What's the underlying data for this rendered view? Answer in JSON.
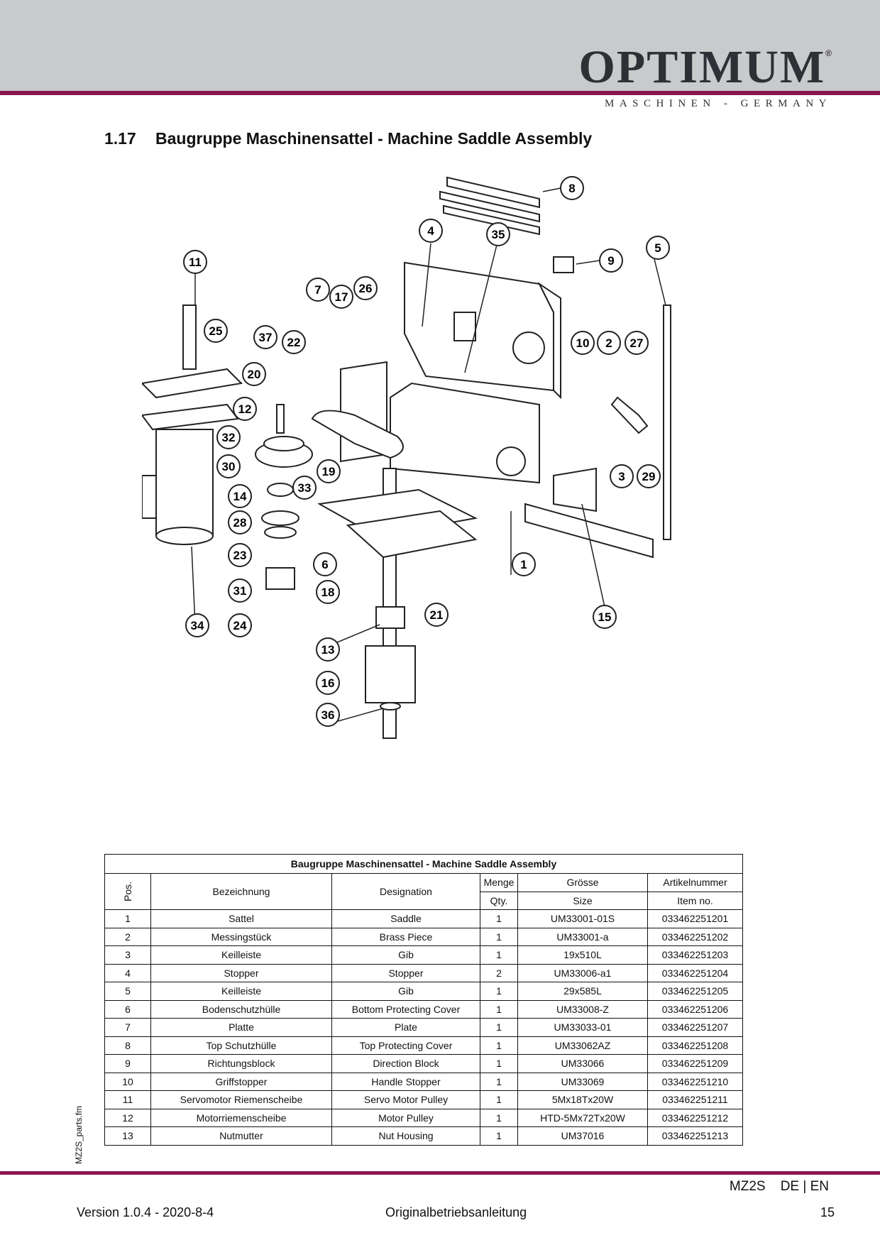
{
  "header": {
    "brand": "OPTIMUM",
    "brand_mark": "®",
    "brand_sub": "MASCHINEN - GERMANY"
  },
  "section": {
    "number": "1.17",
    "title": "Baugruppe Maschinensattel - Machine Saddle Assembly"
  },
  "diagram": {
    "callouts": [
      "1",
      "2",
      "3",
      "4",
      "5",
      "6",
      "7",
      "8",
      "9",
      "10",
      "11",
      "12",
      "13",
      "14",
      "15",
      "16",
      "17",
      "18",
      "19",
      "20",
      "21",
      "22",
      "23",
      "24",
      "25",
      "26",
      "27",
      "28",
      "29",
      "30",
      "31",
      "32",
      "33",
      "34",
      "35",
      "36",
      "37"
    ]
  },
  "side_note": "MZ2S_parts.fm",
  "table": {
    "caption": "Baugruppe Maschinensattel - Machine Saddle Assembly",
    "headers": {
      "pos": "Pos.",
      "bezeichnung": "Bezeichnung",
      "designation": "Designation",
      "menge": "Menge",
      "qty": "Qty.",
      "groesse": "Grösse",
      "size": "Size",
      "artikelnummer": "Artikelnummer",
      "item_no": "Item no."
    },
    "rows": [
      [
        "1",
        "Sattel",
        "Saddle",
        "1",
        "UM33001-01S",
        "033462251201"
      ],
      [
        "2",
        "Messingstück",
        "Brass Piece",
        "1",
        "UM33001-a",
        "033462251202"
      ],
      [
        "3",
        "Keilleiste",
        "Gib",
        "1",
        "19x510L",
        "033462251203"
      ],
      [
        "4",
        "Stopper",
        "Stopper",
        "2",
        "UM33006-a1",
        "033462251204"
      ],
      [
        "5",
        "Keilleiste",
        "Gib",
        "1",
        "29x585L",
        "033462251205"
      ],
      [
        "6",
        "Bodenschutzhülle",
        "Bottom Protecting Cover",
        "1",
        "UM33008-Z",
        "033462251206"
      ],
      [
        "7",
        "Platte",
        "Plate",
        "1",
        "UM33033-01",
        "033462251207"
      ],
      [
        "8",
        "Top Schutzhülle",
        "Top Protecting Cover",
        "1",
        "UM33062AZ",
        "033462251208"
      ],
      [
        "9",
        "Richtungsblock",
        "Direction Block",
        "1",
        "UM33066",
        "033462251209"
      ],
      [
        "10",
        "Griffstopper",
        "Handle Stopper",
        "1",
        "UM33069",
        "033462251210"
      ],
      [
        "11",
        "Servomotor Riemenscheibe",
        "Servo Motor Pulley",
        "1",
        "5Mx18Tx20W",
        "033462251211"
      ],
      [
        "12",
        "Motorriemenscheibe",
        "Motor Pulley",
        "1",
        "HTD-5Mx72Tx20W",
        "033462251212"
      ],
      [
        "13",
        "Nutmutter",
        "Nut Housing",
        "1",
        "UM37016",
        "033462251213"
      ]
    ]
  },
  "footer": {
    "model": "MZ2S    DE | EN",
    "version": "Version 1.0.4 - 2020-8-4",
    "center": "Originalbetriebsanleitung",
    "page": "15"
  }
}
